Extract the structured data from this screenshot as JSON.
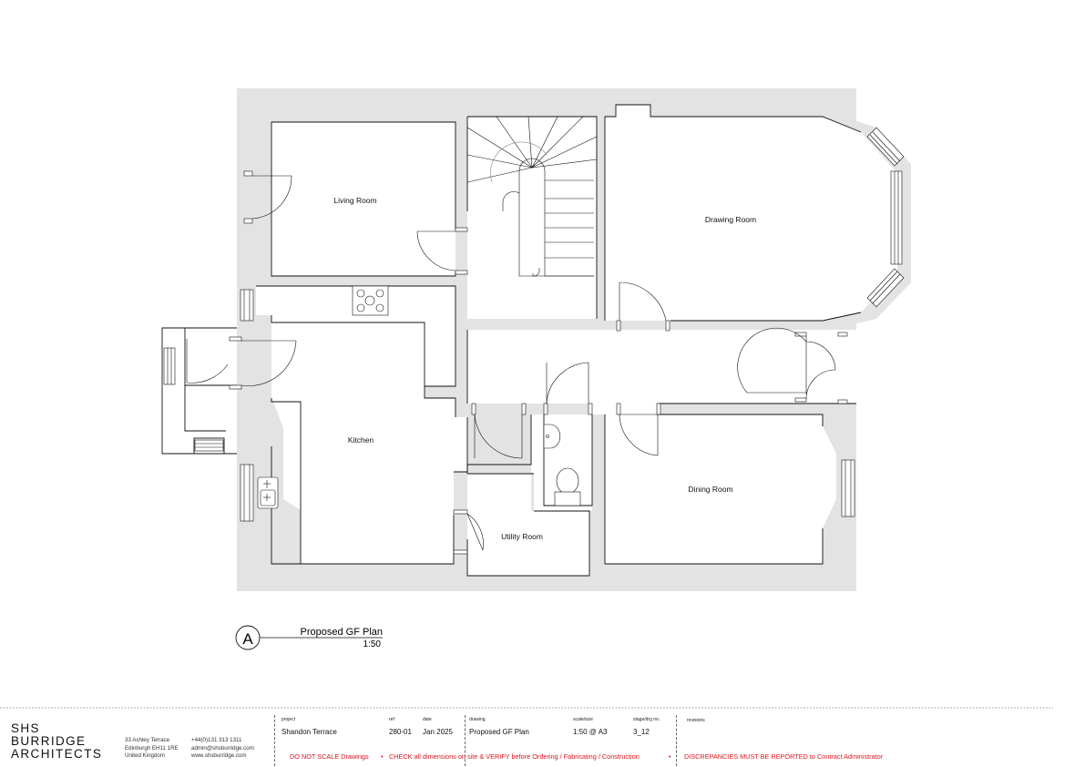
{
  "rooms": {
    "living": "Living Room",
    "drawing": "Drawing Room",
    "kitchen": "Kitchen",
    "dining": "Dining Room",
    "utility": "Utility Room"
  },
  "drawing_title": {
    "marker": "A",
    "name": "Proposed GF Plan",
    "scale": "1:50"
  },
  "company": {
    "name_lines": [
      "SHS",
      "BURRIDGE",
      "ARCHITECTS"
    ],
    "address": [
      "33 Ashley Terrace",
      "Edinburgh EH11 1RE",
      "United Kingdom"
    ],
    "contact": [
      "+44(0)131 313 1311",
      "admin@shsburridge.com",
      "www.shsburridge.com"
    ]
  },
  "title_block": {
    "project_label": "project",
    "project": "Shandon Terrace",
    "ref_label": "ref",
    "ref": "280-01",
    "date_label": "date",
    "date": "Jan 2025",
    "drawing_label": "drawing",
    "drawing": "Proposed GF Plan",
    "scale_label": "scale/size",
    "scale": "1:50 @ A3",
    "stage_label": "stage/drg no.",
    "stage": "3_12",
    "revisions_label": "revisions"
  },
  "warnings": {
    "w1": "DO NOT SCALE Drawings",
    "sep": "•",
    "w2": "CHECK all dimensions on site & VERIFY before Ordering / Fabricating / Construction",
    "w3": "DISCREPANCIES MUST BE REPORTED to Contract Administrator"
  },
  "colors": {
    "wall": "#e3e3e3",
    "line": "#111111",
    "warning": "#e0141c"
  }
}
